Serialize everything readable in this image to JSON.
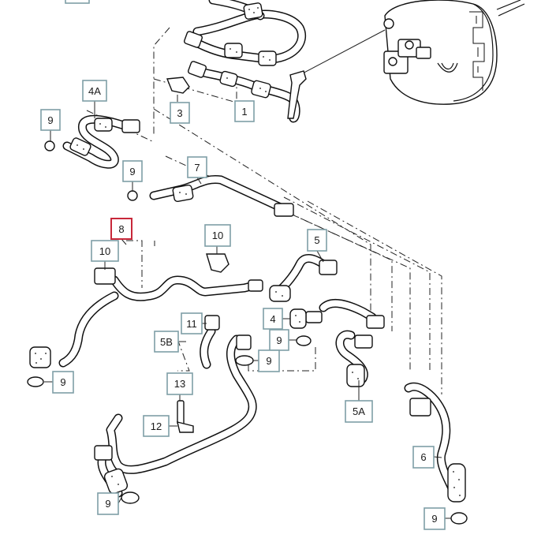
{
  "callouts": [
    {
      "id": "1",
      "label": "1"
    },
    {
      "id": "3",
      "label": "3"
    },
    {
      "id": "4A",
      "label": "4A"
    },
    {
      "id": "9a",
      "label": "9"
    },
    {
      "id": "9b",
      "label": "9"
    },
    {
      "id": "7",
      "label": "7"
    },
    {
      "id": "8",
      "label": "8"
    },
    {
      "id": "10a",
      "label": "10"
    },
    {
      "id": "10b",
      "label": "10"
    },
    {
      "id": "5",
      "label": "5"
    },
    {
      "id": "4",
      "label": "4"
    },
    {
      "id": "9c",
      "label": "9"
    },
    {
      "id": "11",
      "label": "11"
    },
    {
      "id": "5B",
      "label": "5B"
    },
    {
      "id": "9d",
      "label": "9"
    },
    {
      "id": "9e",
      "label": "9"
    },
    {
      "id": "13",
      "label": "13"
    },
    {
      "id": "12",
      "label": "12"
    },
    {
      "id": "5A",
      "label": "5A"
    },
    {
      "id": "6",
      "label": "6"
    },
    {
      "id": "9f",
      "label": "9"
    },
    {
      "id": "9g",
      "label": "9"
    }
  ],
  "colors": {
    "callout_border": "#7f9ea6",
    "selected_border": "#c8283a",
    "line": "#111111"
  },
  "selected_callout": "8"
}
